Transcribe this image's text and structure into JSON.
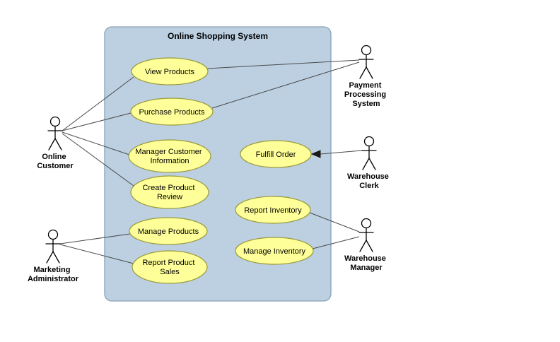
{
  "diagram": {
    "system_boundary": {
      "title": "Online Shopping System"
    },
    "usecases": [
      {
        "id": "view-products",
        "lines": [
          "View Products"
        ]
      },
      {
        "id": "purchase-products",
        "lines": [
          "Purchase Products"
        ]
      },
      {
        "id": "manager-customer-information",
        "lines": [
          "Manager Customer",
          "Information"
        ]
      },
      {
        "id": "create-product-review",
        "lines": [
          "Create Product",
          "Review"
        ]
      },
      {
        "id": "manage-products",
        "lines": [
          "Manage Products"
        ]
      },
      {
        "id": "report-product-sales",
        "lines": [
          "Report Product",
          "Sales"
        ]
      },
      {
        "id": "fulfill-order",
        "lines": [
          "Fulfill Order"
        ]
      },
      {
        "id": "report-inventory",
        "lines": [
          "Report Inventory"
        ]
      },
      {
        "id": "manage-inventory",
        "lines": [
          "Manage Inventory"
        ]
      }
    ],
    "actors": [
      {
        "id": "online-customer",
        "lines": [
          "Online",
          "Customer"
        ]
      },
      {
        "id": "payment-processing-system",
        "lines": [
          "Payment",
          "Processing",
          "System"
        ]
      },
      {
        "id": "warehouse-clerk",
        "lines": [
          "Warehouse",
          "Clerk"
        ]
      },
      {
        "id": "warehouse-manager",
        "lines": [
          "Warehouse",
          "Manager"
        ]
      },
      {
        "id": "marketing-administrator",
        "lines": [
          "Marketing",
          "Administrator"
        ]
      }
    ],
    "connections": [
      {
        "from": "online-customer",
        "to": "view-products",
        "type": "association"
      },
      {
        "from": "online-customer",
        "to": "purchase-products",
        "type": "association"
      },
      {
        "from": "online-customer",
        "to": "manager-customer-information",
        "type": "association"
      },
      {
        "from": "online-customer",
        "to": "create-product-review",
        "type": "association"
      },
      {
        "from": "view-products",
        "to": "payment-processing-system",
        "type": "association"
      },
      {
        "from": "purchase-products",
        "to": "payment-processing-system",
        "type": "association"
      },
      {
        "from": "warehouse-clerk",
        "to": "fulfill-order",
        "type": "directed-association"
      },
      {
        "from": "report-inventory",
        "to": "warehouse-manager",
        "type": "association"
      },
      {
        "from": "manage-inventory",
        "to": "warehouse-manager",
        "type": "association"
      },
      {
        "from": "marketing-administrator",
        "to": "manage-products",
        "type": "association"
      },
      {
        "from": "marketing-administrator",
        "to": "report-product-sales",
        "type": "association"
      }
    ],
    "colors": {
      "system_fill": "#bcd0e2",
      "system_border": "#89a0b6",
      "usecase_fill": "#ffff99",
      "usecase_border": "#9a9a3a",
      "connector": "#4a4a4a",
      "actor": "#000000",
      "background": "#ffffff"
    }
  }
}
